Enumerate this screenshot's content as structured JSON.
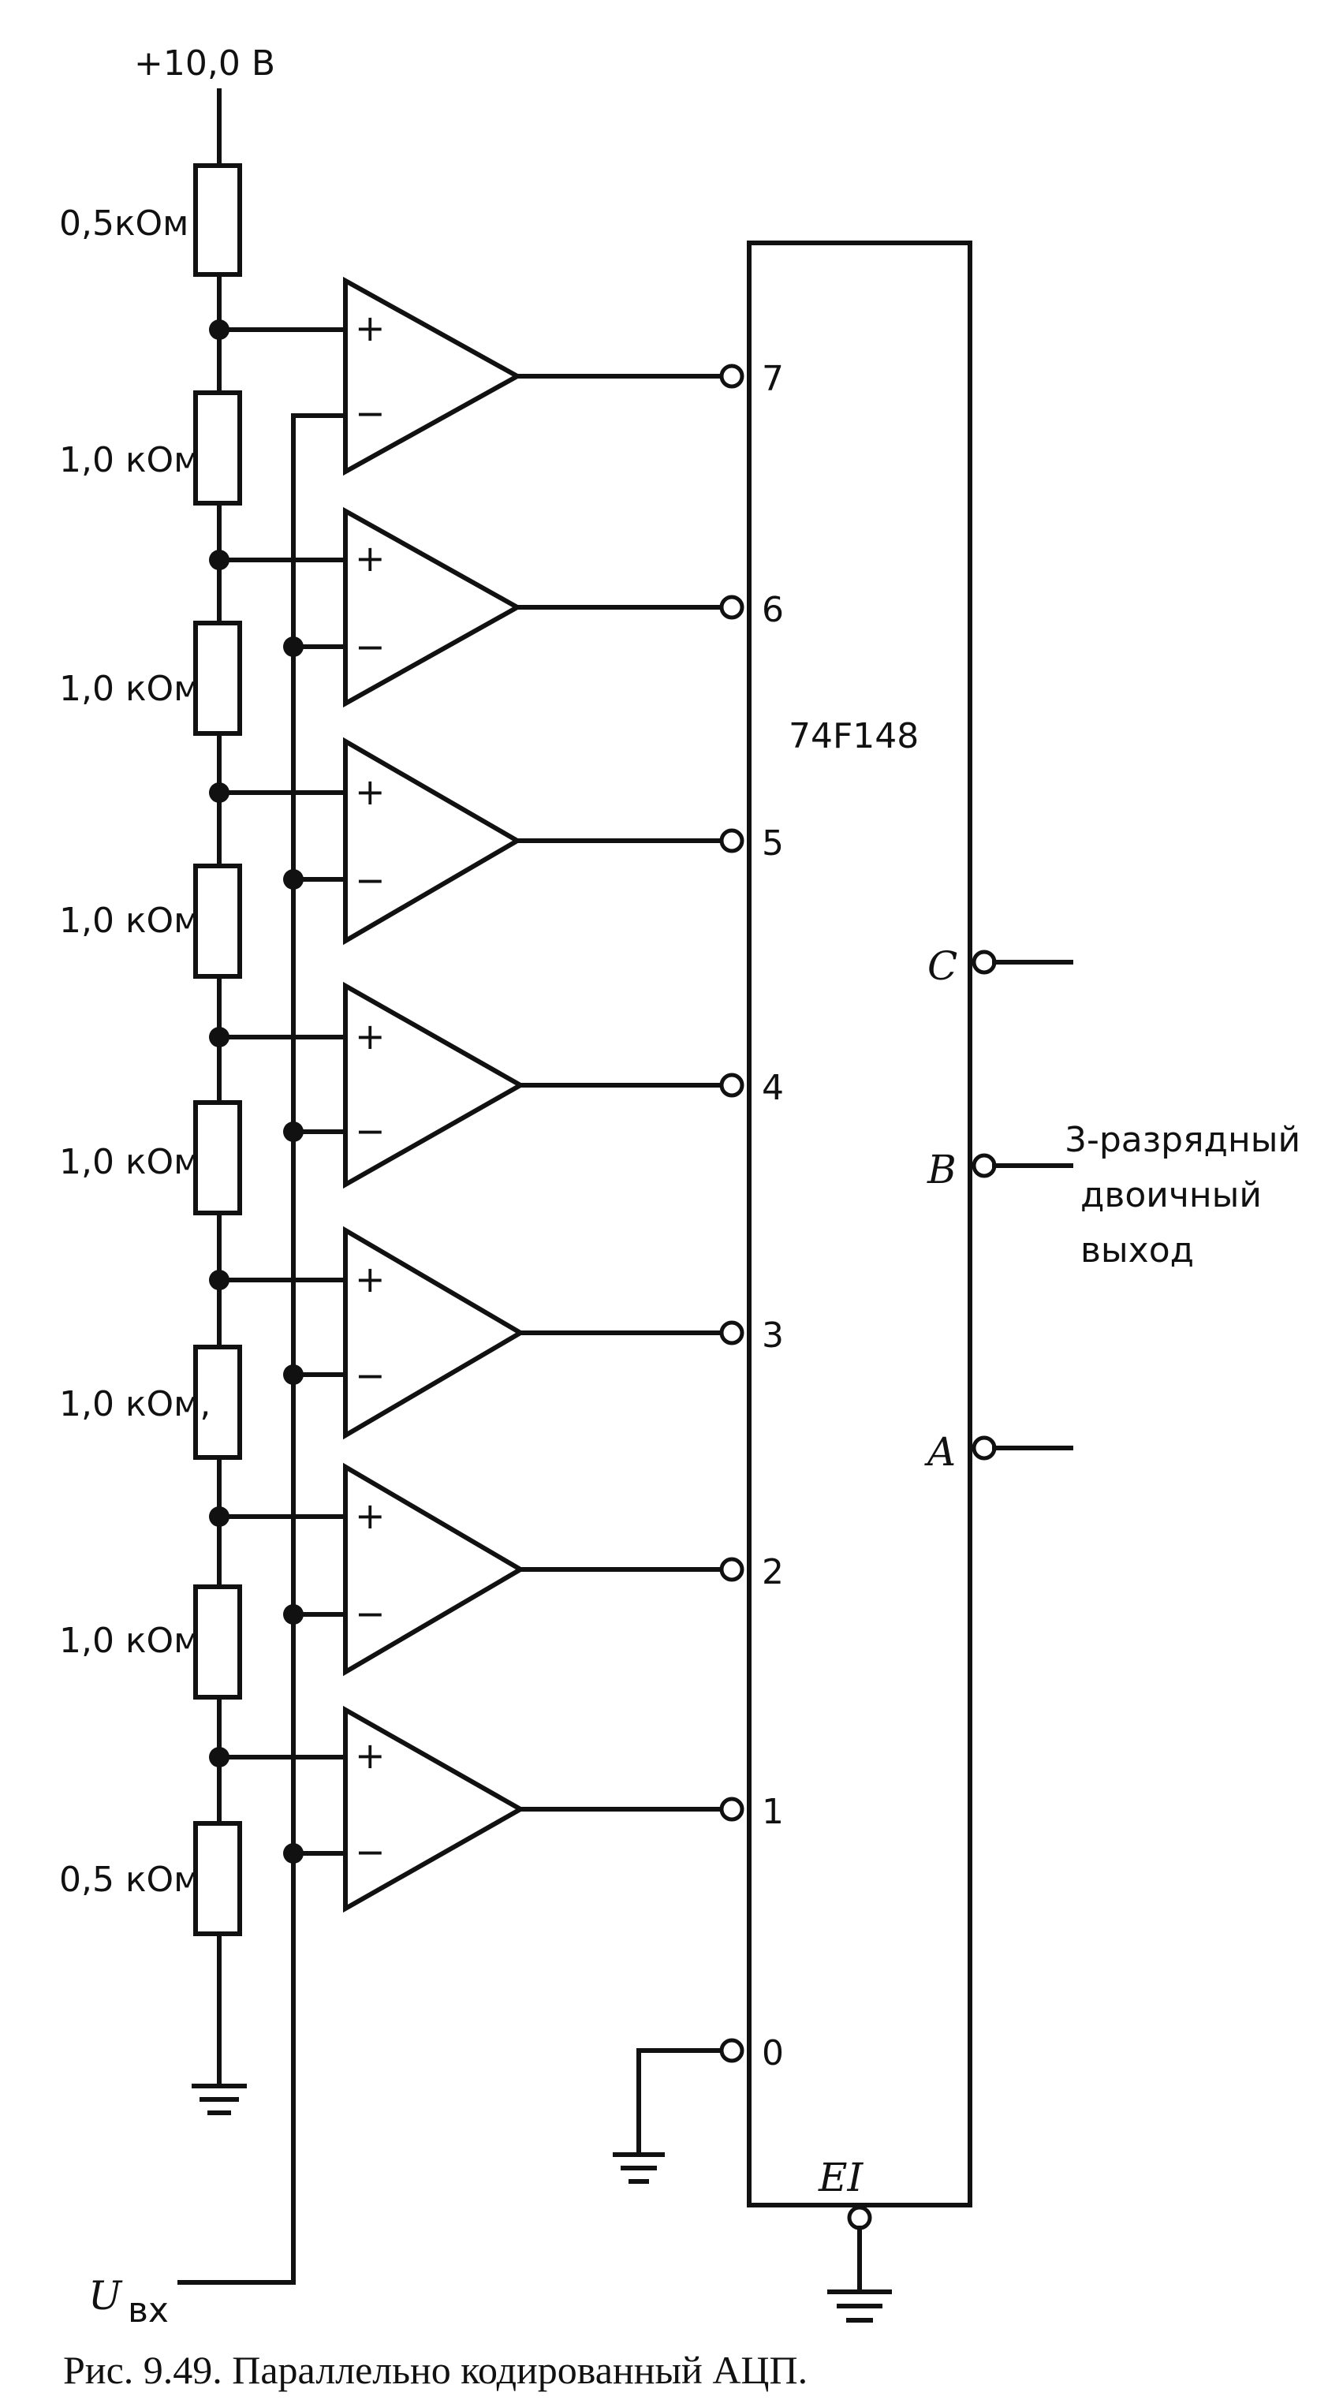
{
  "supply_label": "+10,0 В",
  "resistors": [
    "0,5кОм",
    "1,0 кОм",
    "1,0 кОм",
    "1,0 кОм",
    "1,0 кОм",
    "1,0 кОм,",
    "1,0 кОм",
    "0,5 кОм"
  ],
  "comparator_plus": "+",
  "comparator_minus": "−",
  "chip_name": "74F148",
  "inputs": [
    "7",
    "6",
    "5",
    "4",
    "3",
    "2",
    "1",
    "0"
  ],
  "enable_pin": "EI",
  "outputs": [
    "C",
    "B",
    "A"
  ],
  "output_label_lines": [
    "3-разрядный",
    "двоичный",
    "выход"
  ],
  "input_label": "U",
  "input_label_sub": "вх",
  "caption": "Рис. 9.49. Параллельно кодированный АЦП."
}
